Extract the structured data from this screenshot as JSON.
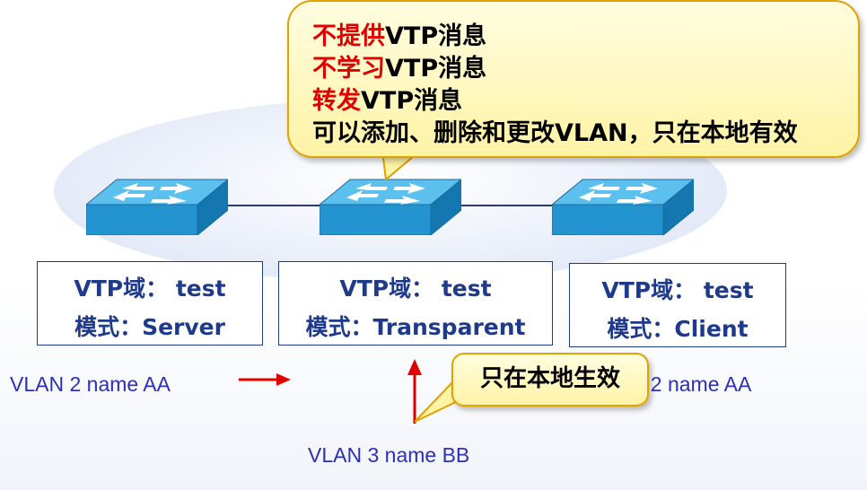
{
  "callout": {
    "line1_red": "不提供",
    "line1_black": "VTP消息",
    "line2_red": "不学习",
    "line2_black": "VTP消息",
    "line3_red": "转发",
    "line3_black": "VTP消息",
    "line4": "可以添加、删除和更改VLAN，只在本地有效"
  },
  "switches": [
    {
      "domain": "VTP域： test",
      "mode": "模式：Server"
    },
    {
      "domain": "VTP域： test",
      "mode": "模式：Transparent"
    },
    {
      "domain": "VTP域： test",
      "mode": "模式：Client"
    }
  ],
  "vlan_left": "VLAN 2 name AA",
  "vlan_right": "I 2 name AA",
  "vlan_bottom": "VLAN 3 name BB",
  "local_bubble": "只在本地生效",
  "colors": {
    "red_text": "#e00000",
    "box_border": "#1f3a8a",
    "vlan_text": "#2e2fb8",
    "callout_border": "#e0a200",
    "arrow": "#e00000",
    "switch_blue": "#2fa3dc"
  }
}
